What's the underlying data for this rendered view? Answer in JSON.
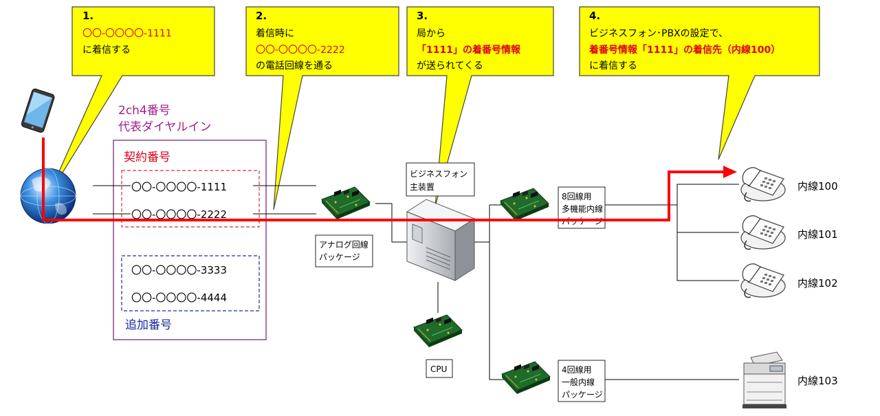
{
  "callouts": [
    {
      "num": "1.",
      "lines": [
        {
          "text": "〇〇-〇〇〇〇-1111",
          "style": "red"
        },
        {
          "text": "に着信する",
          "style": "blk"
        }
      ]
    },
    {
      "num": "2.",
      "lines": [
        {
          "text": "着信時に",
          "style": "blk"
        },
        {
          "text": "〇〇-〇〇〇〇-2222",
          "style": "red"
        },
        {
          "text": "の電話回線を通る",
          "style": "blk"
        }
      ]
    },
    {
      "num": "3.",
      "lines": [
        {
          "text": "局から",
          "style": "blk"
        },
        {
          "text": "「1111」の着番号情報",
          "style": "redb"
        },
        {
          "text": "が送られてくる",
          "style": "blk"
        }
      ]
    },
    {
      "num": "4.",
      "lines": [
        {
          "text": "ビジネスフォン･PBXの設定で、",
          "style": "blk"
        },
        {
          "text": "着番号情報「1111」の着信先（内線100）",
          "style": "redb"
        },
        {
          "text": "に着信する",
          "style": "blk"
        }
      ]
    }
  ],
  "service": {
    "line1": "2ch4番号",
    "line2": "代表ダイヤルイン"
  },
  "contract": {
    "title": "契約番号",
    "numbers": [
      "〇〇-〇〇〇〇-1111",
      "〇〇-〇〇〇〇-2222"
    ]
  },
  "additional": {
    "title": "追加番号",
    "numbers": [
      "〇〇-〇〇〇〇-3333",
      "〇〇-〇〇〇〇-4444"
    ]
  },
  "devices": {
    "main_unit": [
      "ビジネスフォン",
      "主装置"
    ],
    "analog_pkg": [
      "アナログ回線",
      "パッケージ"
    ],
    "multi_pkg": [
      "8回線用",
      "多機能内線",
      "パッケージ"
    ],
    "cpu": "CPU",
    "general_pkg": [
      "4回線用",
      "一般内線",
      "パッケージ"
    ]
  },
  "extensions": [
    "内線100",
    "内線101",
    "内線102",
    "内線103"
  ],
  "colors": {
    "callout_fill": "#ffff00",
    "highlight_red": "#e0001b",
    "path_red": "#ff0000",
    "service_purple": "#a0208a",
    "frame_purple": "#7a2a7a",
    "additional_blue": "#1c2aa0"
  }
}
